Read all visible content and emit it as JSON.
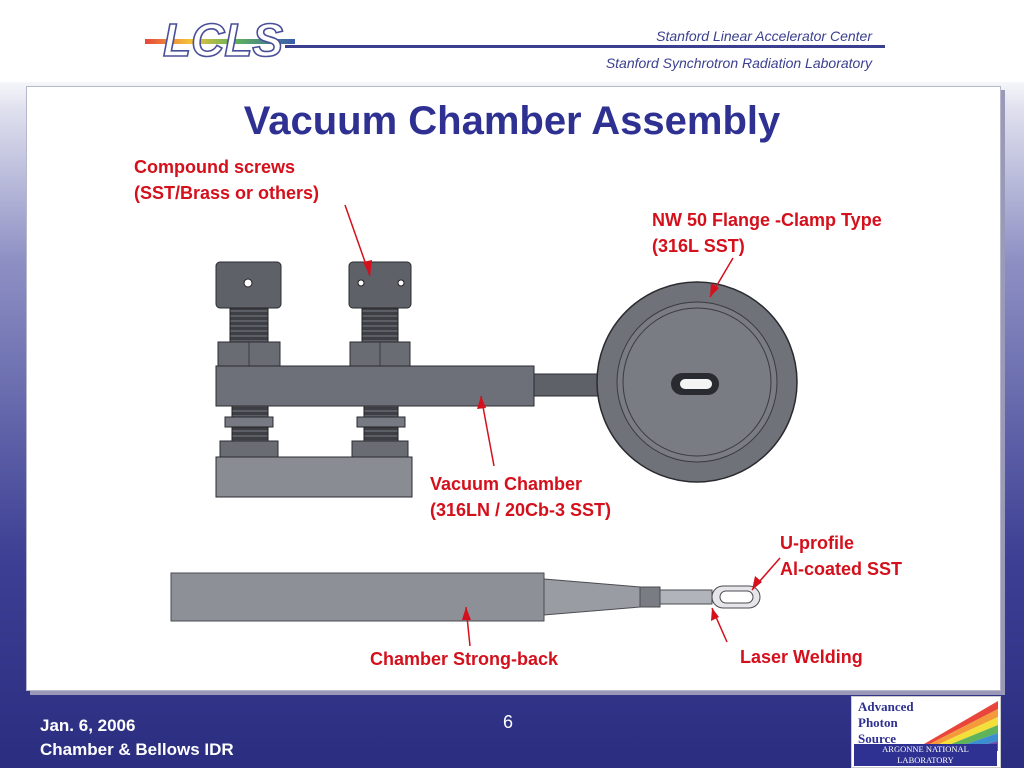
{
  "header": {
    "logo": "LCLS",
    "org_line1": "Stanford Linear Accelerator Center",
    "org_line2": "Stanford Synchrotron Radiation Laboratory"
  },
  "slide": {
    "title": "Vacuum Chamber Assembly",
    "labels": {
      "compound_screws_1": "Compound screws",
      "compound_screws_2": "(SST/Brass or others)",
      "flange_1": "NW 50 Flange -Clamp Type",
      "flange_2": "(316L SST)",
      "chamber_1": "Vacuum Chamber",
      "chamber_2": "(316LN / 20Cb-3 SST)",
      "uprofile_1": "U-profile",
      "uprofile_2": "Al-coated SST",
      "strongback": "Chamber Strong-back",
      "laser": "Laser Welding"
    },
    "colors": {
      "title": "#2e3191",
      "label": "#d4101c",
      "metal": "#6e7079"
    }
  },
  "footer": {
    "date": "Jan. 6, 2006",
    "event": "Chamber & Bellows IDR",
    "page": "6",
    "aps_line1": "Advanced",
    "aps_line2": "Photon",
    "aps_line3": "Source",
    "aps_anl": "ARGONNE NATIONAL LABORATORY"
  }
}
